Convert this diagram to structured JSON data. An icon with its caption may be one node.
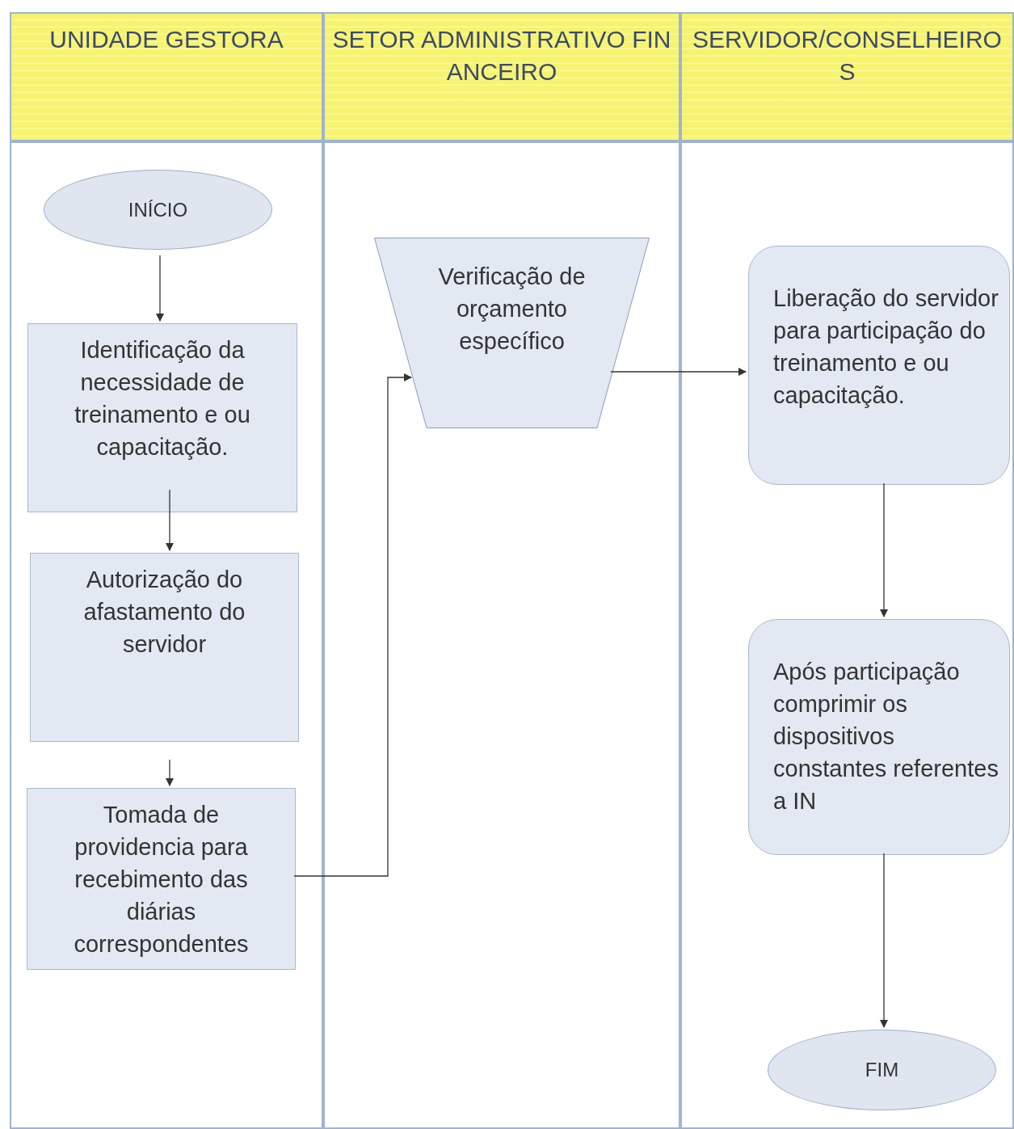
{
  "diagram": {
    "nodes": [
      {
        "text": [
          "UNIDADE GESTORA"
        ]
      },
      {
        "text": [
          "SETOR ADMINISTRATIVO FINANCEIRO"
        ]
      },
      {
        "text": [
          "SERVIDOR/CONSELHEIROS"
        ]
      },
      {
        "text": [
          "INÍCIO"
        ],
        "in": 0
      },
      {
        "text": [
          "Identificação da necessidade de treinamento e ou capacitação."
        ],
        "in": 0
      },
      {
        "text": [
          "Autorização do afastamento do servidor"
        ],
        "in": 0
      },
      {
        "text": [
          "Tomada de providencia para recebimento das diárias correspondentes"
        ],
        "in": 0
      },
      {
        "text": [
          "Verificação de orçamento específico"
        ],
        "in": 1
      },
      {
        "text": [
          "Liberação do servidor para participação do treinamento e ou capacitação."
        ],
        "in": 2
      },
      {
        "text": [
          "Após participação comprimir os dispositivos constantes referentes a IN"
        ],
        "in": 2
      },
      {
        "text": [
          "FIM"
        ],
        "in": 2
      }
    ],
    "edges": [
      {
        "from": 3,
        "to": 4,
        "arrow": "to"
      },
      {
        "from": 4,
        "to": 5,
        "arrow": "to"
      },
      {
        "from": 5,
        "to": 6,
        "arrow": "to"
      },
      {
        "from": 6,
        "to": 7,
        "arrow": "to"
      },
      {
        "from": 7,
        "to": 8,
        "arrow": "to"
      },
      {
        "from": 8,
        "to": 9,
        "arrow": "to"
      },
      {
        "from": 9,
        "to": 10,
        "arrow": "to"
      }
    ]
  }
}
